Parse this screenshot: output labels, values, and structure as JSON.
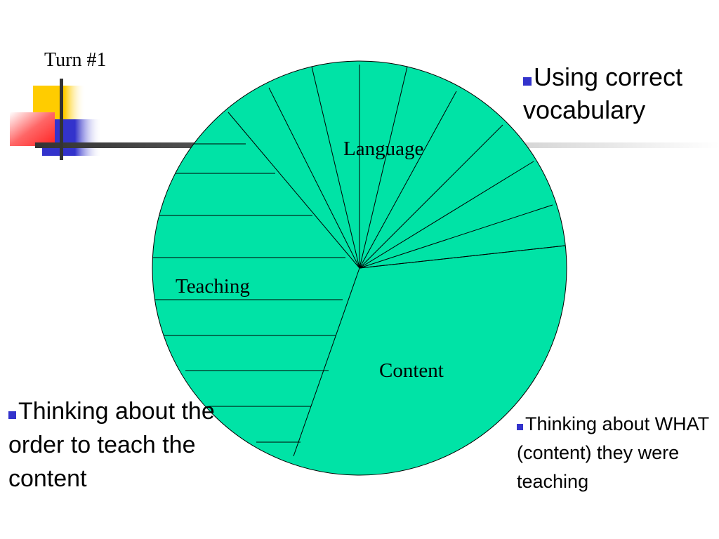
{
  "slide": {
    "turn_label": "Turn #1"
  },
  "pie": {
    "fill_color": "#00e3a6",
    "segments": [
      {
        "key": "language",
        "label": "Language",
        "hatch": "radial"
      },
      {
        "key": "teaching",
        "label": "Teaching",
        "hatch": "horizontal"
      },
      {
        "key": "content",
        "label": "Content",
        "hatch": "none"
      }
    ]
  },
  "notes": {
    "vocabulary": "Using correct vocabulary",
    "order": "Thinking about the order to teach the content",
    "what": "Thinking about WHAT (content) they were teaching"
  },
  "colors": {
    "bullet": "#3333cc",
    "deco_yellow": "#ffcc00",
    "deco_red": "#ff3333",
    "deco_blue": "#3333cc",
    "deco_bar": "#333333"
  }
}
